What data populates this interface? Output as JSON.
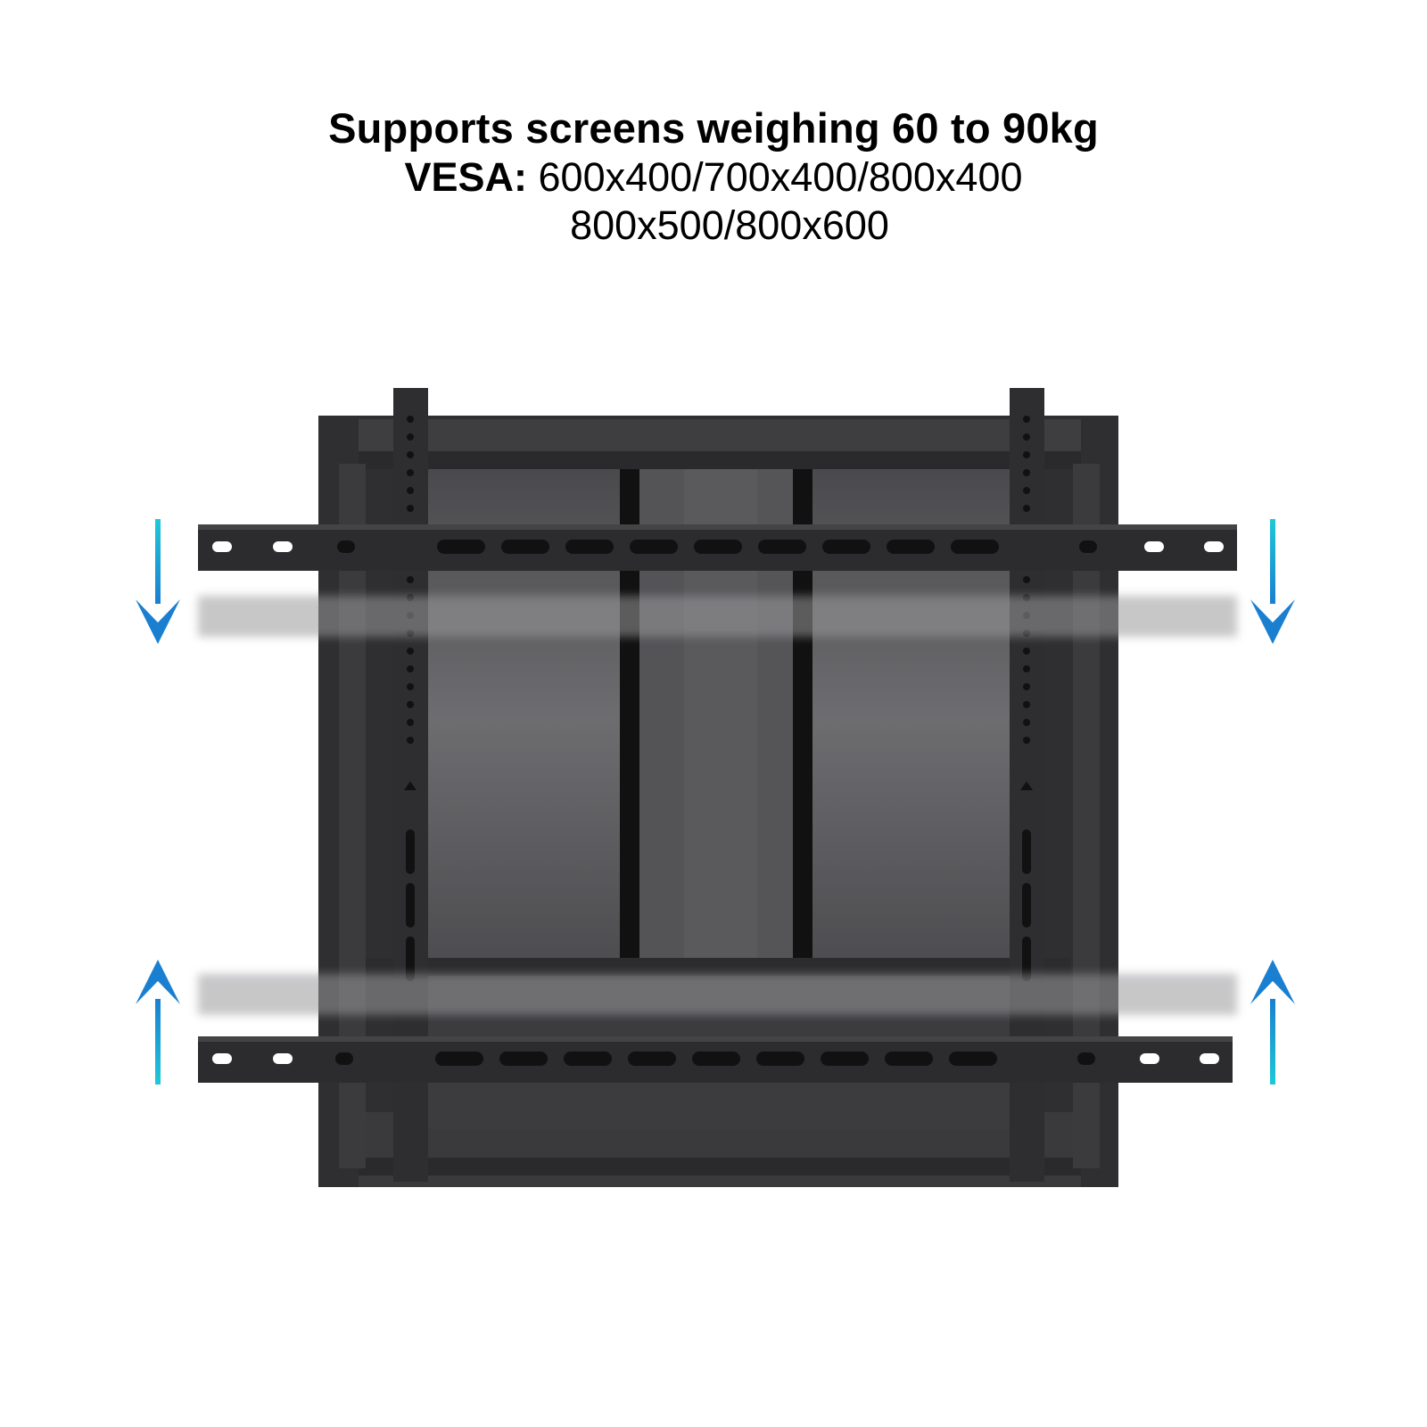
{
  "headline": {
    "title": "Supports screens weighing 60 to 90kg",
    "vesa_label": "VESA:",
    "vesa_line1": "600x400/700x400/800x400",
    "vesa_line2": "800x500/800x600"
  },
  "image": {
    "icons": [
      "arrow-down-icon",
      "arrow-up-icon"
    ],
    "colors": {
      "arrow_top": "#1a7fd0",
      "arrow_bottom": "#1fc8d8",
      "mount": "#3a3a3c",
      "rail": "#2c2c2e"
    }
  }
}
